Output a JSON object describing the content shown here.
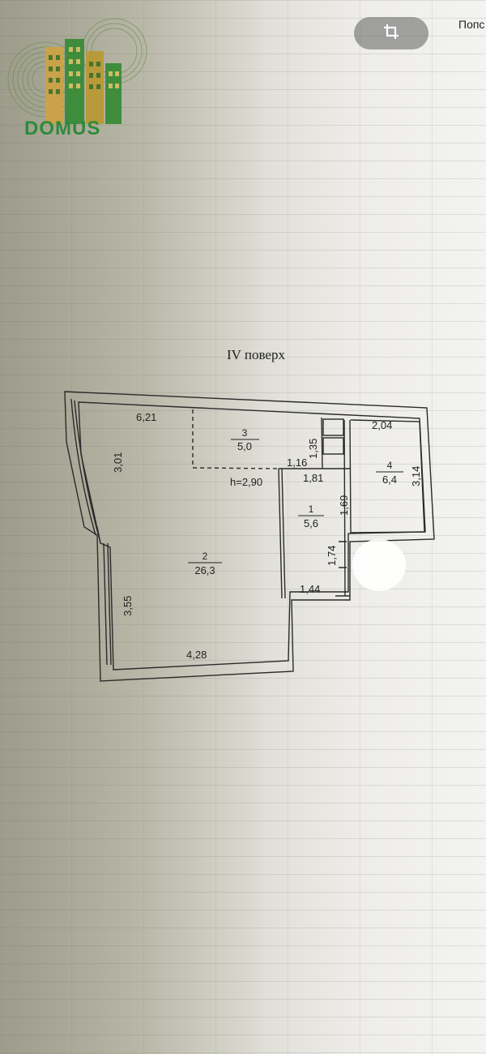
{
  "toolbar": {
    "crop_icon": "crop-icon",
    "right_label": "Попс"
  },
  "logo": {
    "text": "DOMUS",
    "color": "#2f8a3a"
  },
  "plan": {
    "floor_title": "IV поверх",
    "ceiling_height": "h=2,90",
    "rooms": [
      {
        "number": "1",
        "area": "5,6"
      },
      {
        "number": "2",
        "area": "26,3"
      },
      {
        "number": "3",
        "area": "5,0"
      },
      {
        "number": "4",
        "area": "6,4"
      }
    ],
    "dimensions": {
      "top_left": "6,21",
      "left_upper": "3,01",
      "left_lower": "3,55",
      "bottom": "4,28",
      "room3_side": "1,35",
      "room3_bottom": "1,16",
      "room1_top": "1,81",
      "room1_side": "1,69",
      "room1_lower_side": "1,74",
      "room1_bottom": "1,44",
      "room4_top": "2,04",
      "room4_side": "3,14"
    }
  }
}
